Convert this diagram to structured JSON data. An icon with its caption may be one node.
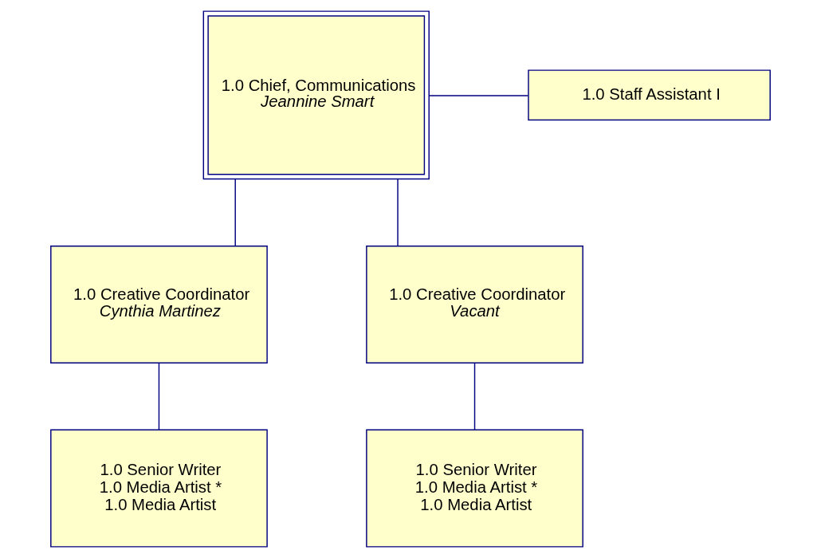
{
  "diagram": {
    "nodes": [
      {
        "text": [
          "1.0 Chief, Communications",
          "Jeannine Smart"
        ]
      },
      {
        "text": [
          "1.0 Staff Assistant I"
        ]
      },
      {
        "text": [
          "1.0 Creative Coordinator",
          "Cynthia Martinez"
        ]
      },
      {
        "text": [
          "1.0 Creative Coordinator",
          "Vacant"
        ]
      },
      {
        "text": [
          "1.0 Senior Writer",
          "1.0 Media Artist *",
          "1.0 Media Artist"
        ]
      },
      {
        "text": [
          "1.0 Senior Writer",
          "1.0 Media Artist *",
          "1.0 Media Artist"
        ]
      }
    ],
    "edges": [
      {
        "from": 0,
        "to": 1,
        "arrow": "none"
      },
      {
        "from": 0,
        "to": 2,
        "arrow": "none"
      },
      {
        "from": 0,
        "to": 3,
        "arrow": "none"
      },
      {
        "from": 2,
        "to": 4,
        "arrow": "none"
      },
      {
        "from": 3,
        "to": 5,
        "arrow": "none"
      }
    ]
  }
}
